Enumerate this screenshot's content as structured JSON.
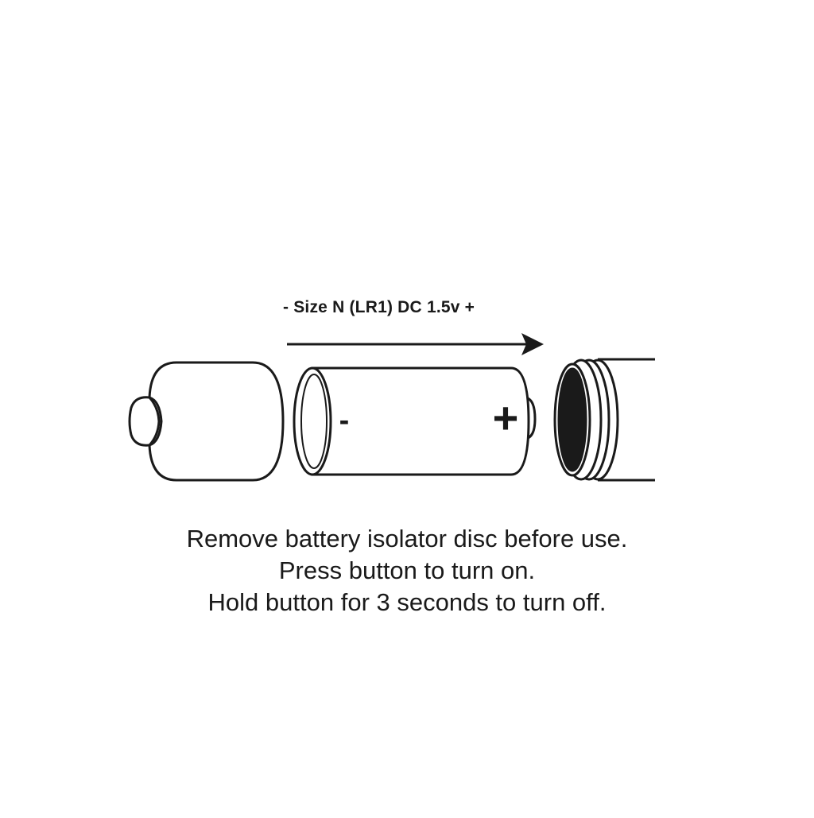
{
  "battery_label": "- Size N (LR1) DC 1.5v +",
  "cell": {
    "minus_symbol": "-",
    "plus_symbol": "+"
  },
  "instructions": [
    "Remove battery isolator disc before use.",
    "Press button to turn on.",
    "Hold button for 3 seconds to turn off."
  ],
  "colors": {
    "stroke": "#1a1a1a",
    "background": "#ffffff"
  },
  "icons": [
    "end-cap-icon",
    "battery-icon",
    "direction-arrow-icon",
    "device-body-icon"
  ]
}
